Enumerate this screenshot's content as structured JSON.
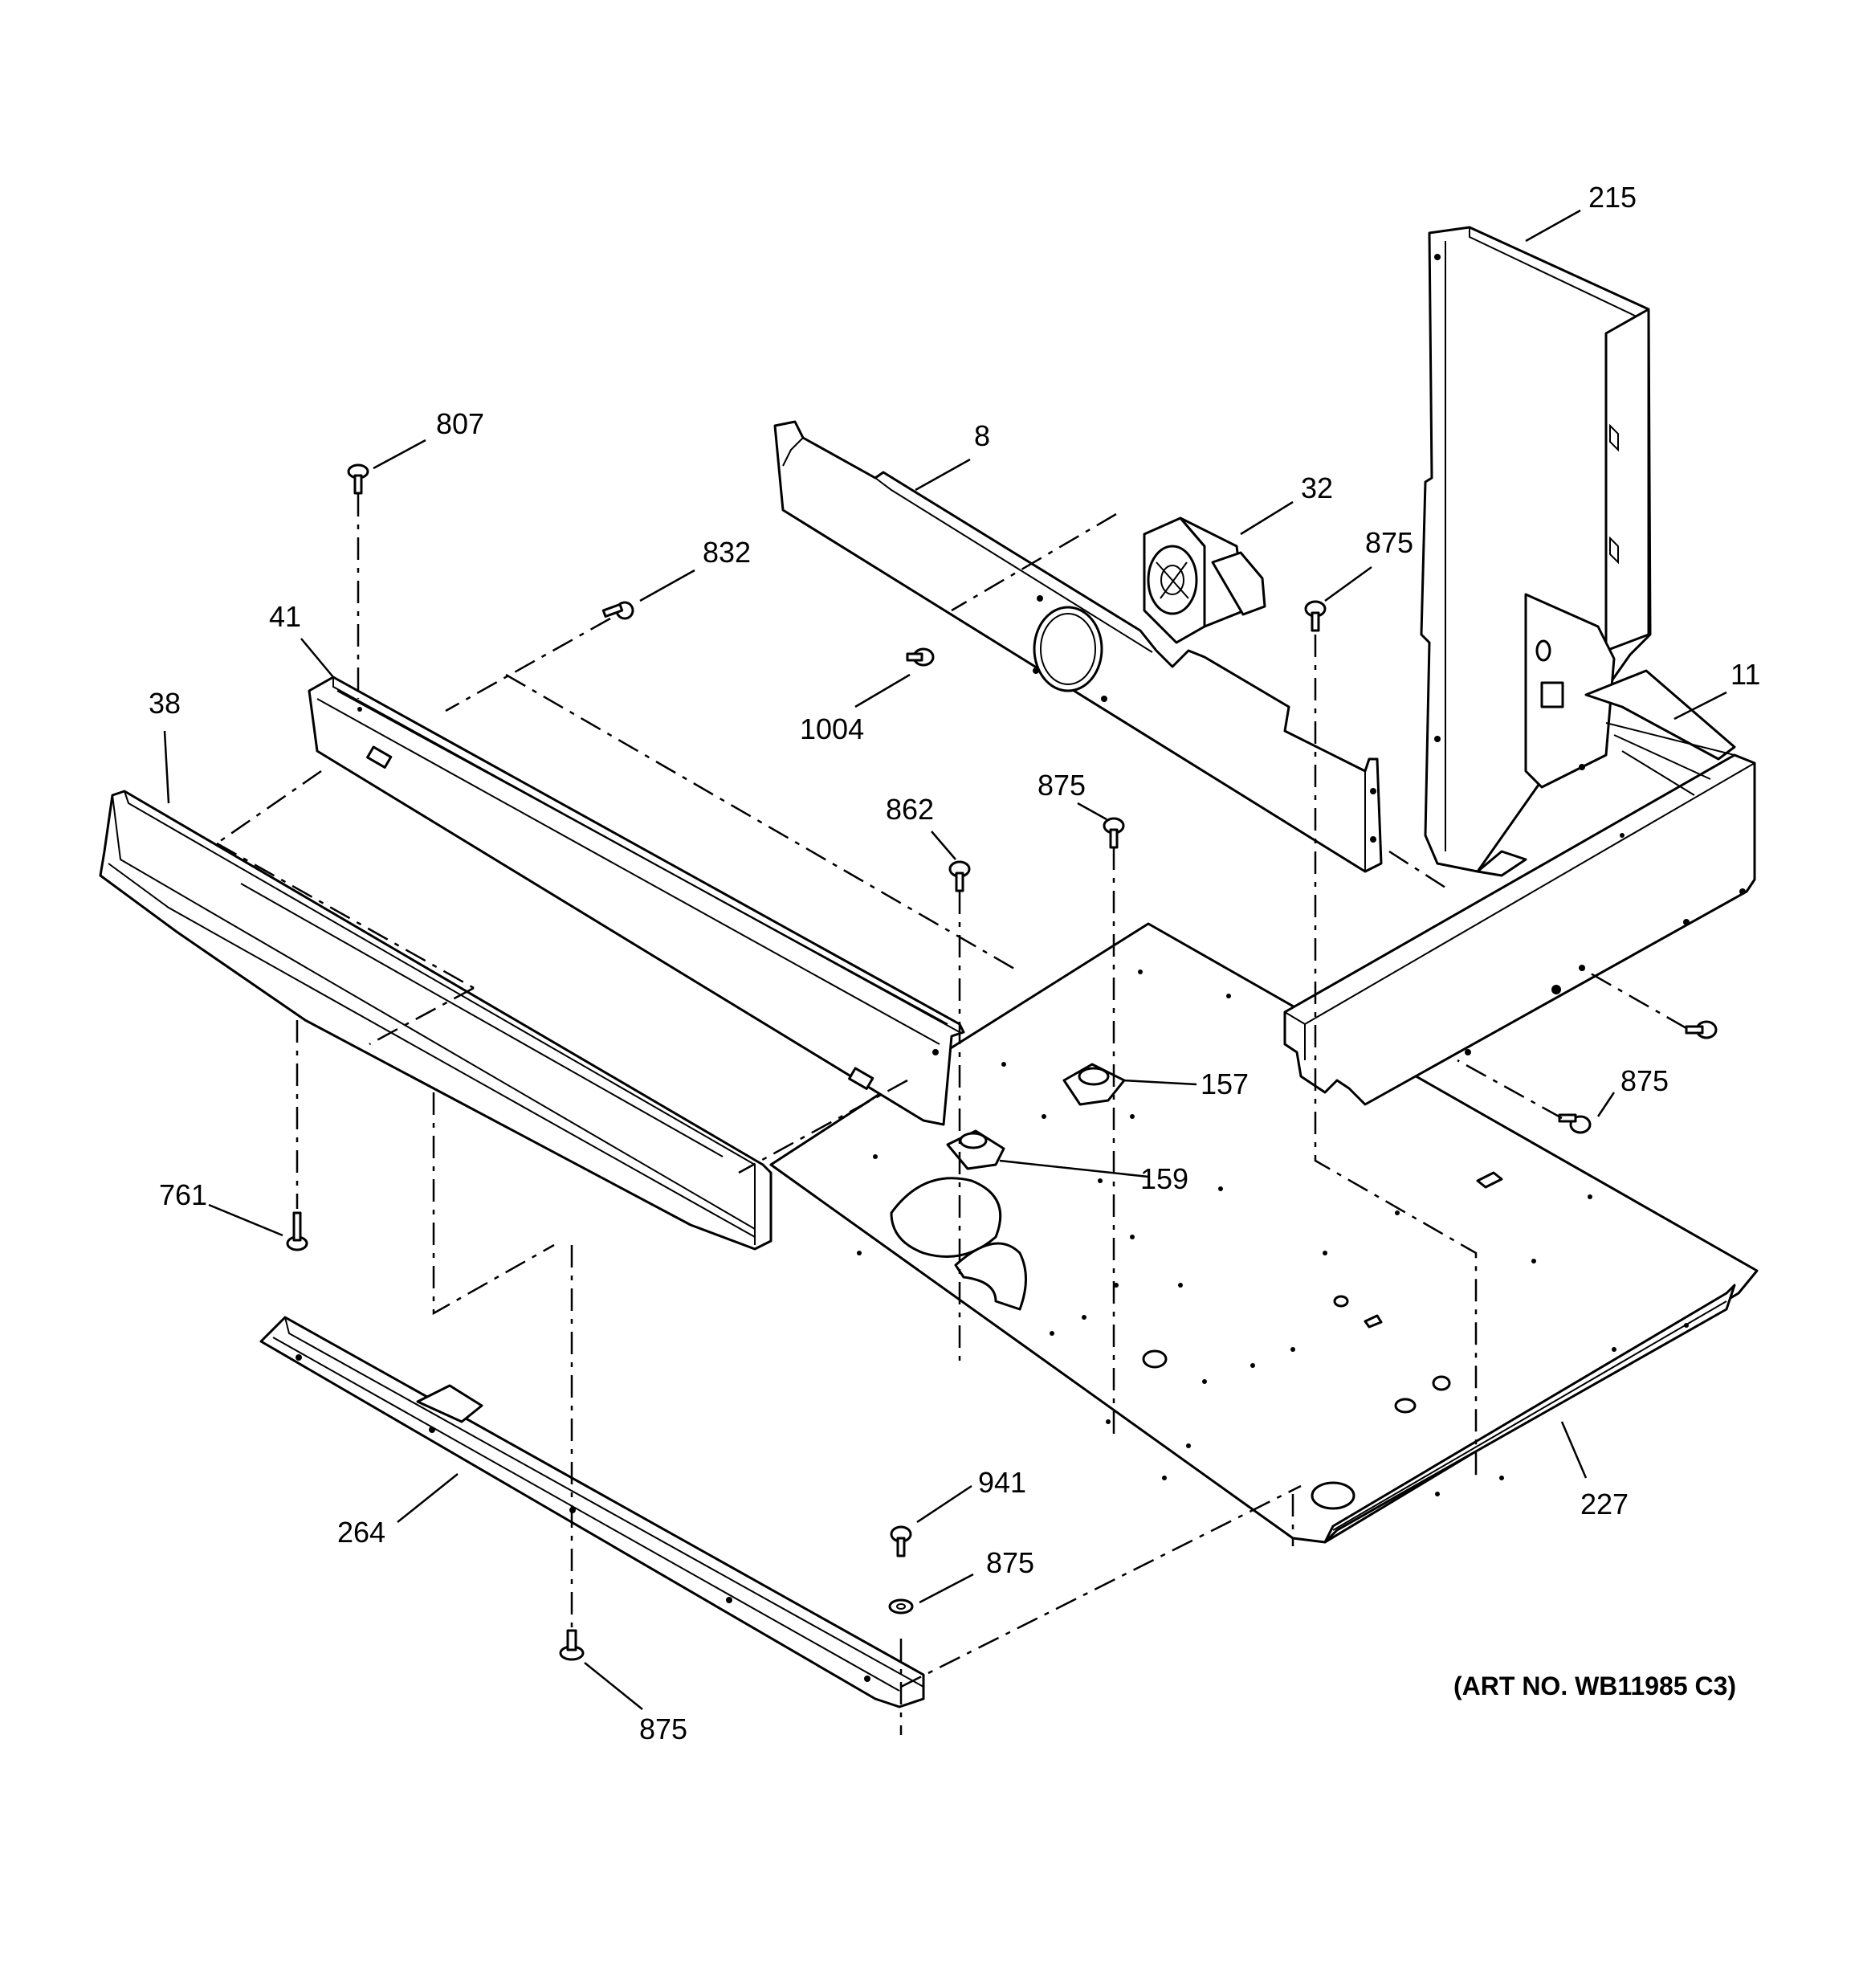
{
  "title": "",
  "art_number": "(ART NO. WB11985 C3)",
  "callouts": [
    {
      "id": "c215",
      "label": "215",
      "part": "side-duct-panel"
    },
    {
      "id": "c807",
      "label": "807",
      "part": "screw"
    },
    {
      "id": "c8",
      "label": "8",
      "part": "rear-baffle"
    },
    {
      "id": "c32",
      "label": "32",
      "part": "cooling-fan"
    },
    {
      "id": "c875a",
      "label": "875",
      "part": "screw"
    },
    {
      "id": "c832",
      "label": "832",
      "part": "screw"
    },
    {
      "id": "c41",
      "label": "41",
      "part": "front-trim-channel"
    },
    {
      "id": "c11",
      "label": "11",
      "part": "rear-bracket"
    },
    {
      "id": "c38",
      "label": "38",
      "part": "front-trim-panel"
    },
    {
      "id": "c1004",
      "label": "1004",
      "part": "screw"
    },
    {
      "id": "c862",
      "label": "862",
      "part": "screw"
    },
    {
      "id": "c875b",
      "label": "875",
      "part": "screw"
    },
    {
      "id": "c157",
      "label": "157",
      "part": "thermostat"
    },
    {
      "id": "c875c",
      "label": "875",
      "part": "screw"
    },
    {
      "id": "c159",
      "label": "159",
      "part": "thermostat"
    },
    {
      "id": "c761",
      "label": "761",
      "part": "screw"
    },
    {
      "id": "c227",
      "label": "227",
      "part": "base-plate"
    },
    {
      "id": "c264",
      "label": "264",
      "part": "bottom-rail"
    },
    {
      "id": "c941",
      "label": "941",
      "part": "screw"
    },
    {
      "id": "c875d",
      "label": "875",
      "part": "washer"
    },
    {
      "id": "c875e",
      "label": "875",
      "part": "screw"
    }
  ]
}
